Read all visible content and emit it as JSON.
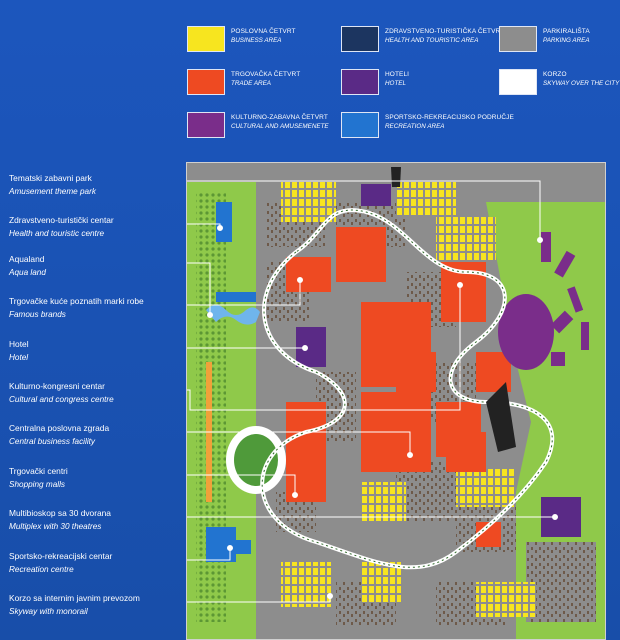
{
  "legend": [
    {
      "id": "business",
      "label": "POSLOVNA ČETVRT",
      "label_en": "BUSINESS AREA",
      "color": "#f7e51f"
    },
    {
      "id": "health",
      "label": "ZDRAVSTVENO-TURISTIČKA ČETVRT",
      "label_en": "HEALTH AND TOURISTIC AREA",
      "color": "#1c3560"
    },
    {
      "id": "parking",
      "label": "PARKIRALIŠTA",
      "label_en": "PARKING AREA",
      "color": "#8d8d8d"
    },
    {
      "id": "trade",
      "label": "TRGOVAČKA ČETVRT",
      "label_en": "TRADE AREA",
      "color": "#ee4a22"
    },
    {
      "id": "hotel",
      "label": "HOTELI",
      "label_en": "HOTEL",
      "color": "#5a2a86"
    },
    {
      "id": "korzo",
      "label": "KORZO",
      "label_en": "SKYWAY OVER THE CITY",
      "color": "#ffffff"
    },
    {
      "id": "cultural",
      "label": "KULTURNO-ZABAVNA ČETVRT",
      "label_en": "CULTURAL AND AMUSEMENETE",
      "color": "#7a2d8a"
    },
    {
      "id": "recreation",
      "label": "SPORTSKO-REKREACIJSKO PODRUČJE",
      "label_en": "RECREATION AREA",
      "color": "#2274d0"
    }
  ],
  "callouts": [
    {
      "label": "Tematski zabavni park",
      "label_en": "Amusement theme park"
    },
    {
      "label": "Zdravstveno-turistički centar",
      "label_en": "Health and touristic centre"
    },
    {
      "label": "Aqualand",
      "label_en": "Aqua land"
    },
    {
      "label": "Trgovačke kuće poznatih marki robe",
      "label_en": "Famous brands"
    },
    {
      "label": "Hotel",
      "label_en": "Hotel"
    },
    {
      "label": "Kulturno-kongresni centar",
      "label_en": "Cultural and congress centre"
    },
    {
      "label": "Centralna poslovna zgrada",
      "label_en": "Central business facility"
    },
    {
      "label": "Trgovački centri",
      "label_en": "Shopping malls"
    },
    {
      "label": "Multibioskop sa 30 dvorana",
      "label_en": "Multiplex with 30 theatres"
    },
    {
      "label": "Sportsko-rekreacijski centar",
      "label_en": "Recreation centre"
    },
    {
      "label": "Korzo sa internim javnim prevozom",
      "label_en": "Skyway with monorail"
    }
  ],
  "map_colors": {
    "background": "#1c56bd",
    "green": "#8fc94a",
    "dark_green": "#4f8a2e",
    "parking": "#8d8d8d",
    "trade": "#ee4a22",
    "business": "#f7e51f",
    "hotel": "#5a2a86",
    "recreation": "#2274d0",
    "skyway": "#ffffff"
  }
}
